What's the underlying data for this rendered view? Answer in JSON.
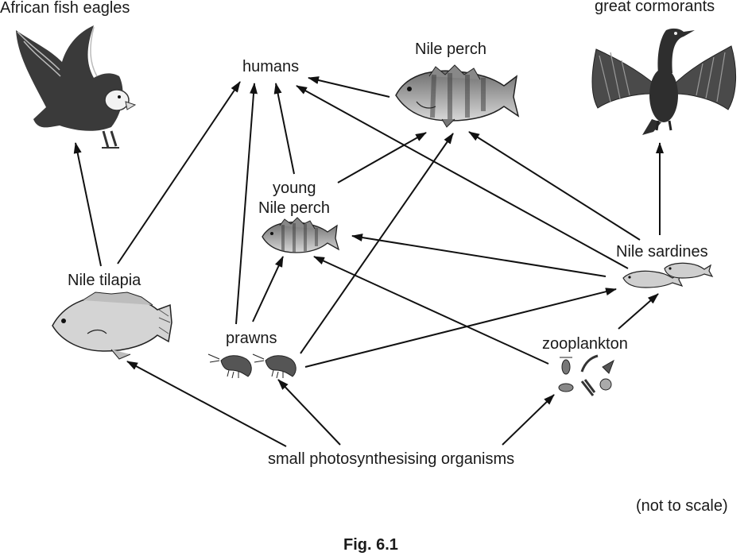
{
  "organisms": {
    "fish_eagles": "African fish eagles",
    "cormorants": "great cormorants",
    "humans": "humans",
    "nile_perch": "Nile perch",
    "young_perch_line1": "young",
    "young_perch_line2": "Nile perch",
    "nile_tilapia": "Nile tilapia",
    "nile_sardines": "Nile sardines",
    "prawns": "prawns",
    "zooplankton": "zooplankton",
    "producers": "small photosynthesising organisms"
  },
  "note": "(not to scale)",
  "figure_label": "Fig. 6.1"
}
